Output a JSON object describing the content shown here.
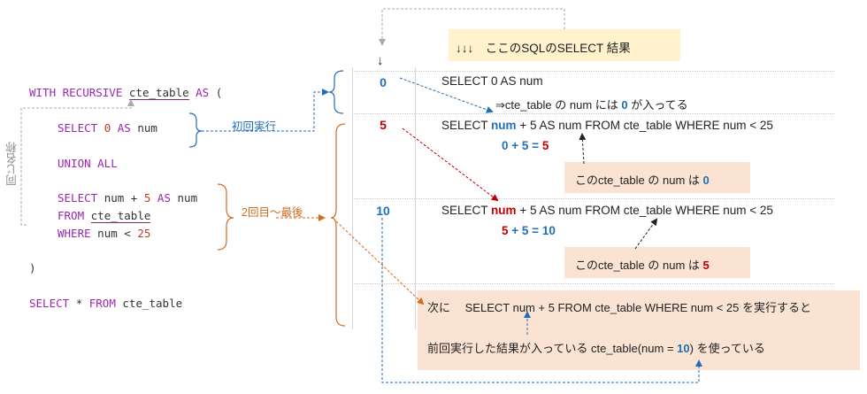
{
  "header_box": "↓↓↓　ここのSQLのSELECT 結果",
  "down_arrow": "↓",
  "code": {
    "line1": {
      "kw": "WITH RECURSIVE",
      "name": "cte_table",
      "kw2": "AS",
      "rest": "("
    },
    "line2": {
      "kw1": "SELECT",
      "num": "0",
      "kw2": "AS",
      "rest": "num"
    },
    "line3": {
      "kw": "UNION ALL"
    },
    "line4": {
      "kw1": "SELECT",
      "mid": "num +",
      "num": "5",
      "kw2": "AS",
      "rest": "num"
    },
    "line5": {
      "kw": "FROM",
      "rest": "cte_table"
    },
    "line6": {
      "kw": "WHERE",
      "mid": "num <",
      "num": "25"
    },
    "line7": ")",
    "line8": {
      "kw1": "SELECT",
      "mid": "*",
      "kw2": "FROM",
      "rest": "cte_table"
    }
  },
  "side_label": "同じ名称",
  "label_first": "初回実行",
  "label_loop": "2回目〜最後",
  "results": [
    {
      "value": "0",
      "color": "#1f6fb8"
    },
    {
      "value": "5",
      "color": "#c00000"
    },
    {
      "value": "10",
      "color": "#1f6fb8"
    }
  ],
  "row1": {
    "sql": "SELECT 0 AS num",
    "note_pre": "⇒cte_table の num には",
    "note_val": "0",
    "note_post": "が入ってる"
  },
  "row2": {
    "sql_pre": "SELECT",
    "sql_num": "num",
    "sql_post": "+ 5 AS num FROM cte_table WHERE num < 25",
    "calc_pre": "0 + 5 =",
    "calc_val": "5",
    "box_pre": "このcte_table の num は",
    "box_val": "0"
  },
  "row3": {
    "sql_pre": "SELECT",
    "sql_num": "num",
    "sql_post": "+ 5 AS num FROM cte_table WHERE num < 25",
    "calc_a": "5",
    "calc_mid": "+ 5 =",
    "calc_val": "10",
    "box_pre": "このcte_table の num は",
    "box_val": "5"
  },
  "bottom_box": {
    "line1_pre": "次に",
    "line1_sql": "SELECT num + 5 FROM cte_table WHERE num < 25",
    "line1_post": "を実行すると",
    "line2_pre": "前回実行した結果が入っている cte_table(num =",
    "line2_val": "10",
    "line2_post": ") を使っている"
  }
}
